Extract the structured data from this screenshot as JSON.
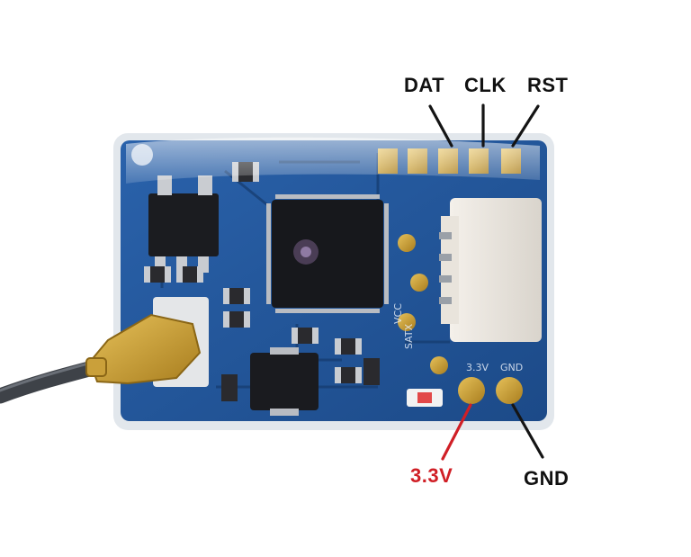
{
  "labels": {
    "dat": "DAT",
    "clk": "CLK",
    "rst": "RST",
    "v33": "3.3V",
    "gnd": "GND"
  },
  "colors": {
    "background": "#ffffff",
    "pcb": "#22569a",
    "pcb_dark": "#163c70",
    "pad_gold": "#c59a2a",
    "label_text": "#111111",
    "label_3v3": "#d01f26",
    "pointer_dark": "#141414",
    "pointer_red": "#d01f26",
    "antenna_cable": "#3e4248"
  }
}
